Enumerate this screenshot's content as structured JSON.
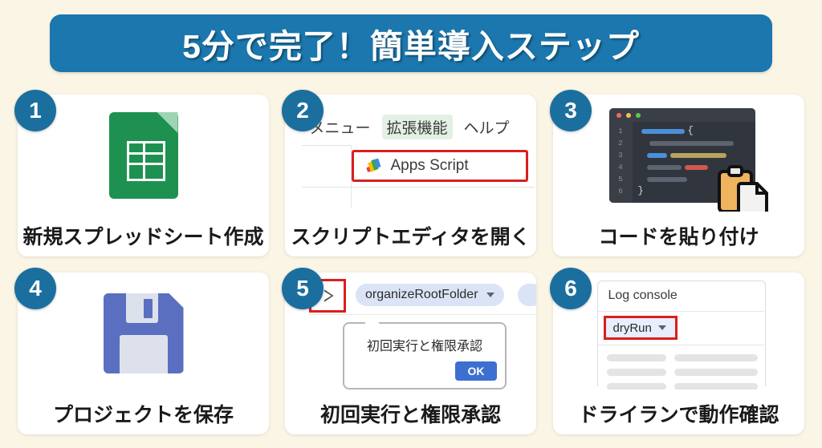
{
  "banner": {
    "title": "5分で完了！簡単導入ステップ",
    "color": "#1b77ad"
  },
  "theme": {
    "background": "#fbf5e6",
    "card_background": "#ffffff",
    "badge_color": "#1b6f9e",
    "highlight_red": "#d81f1f"
  },
  "cards": [
    {
      "number": "1",
      "caption": "新規スプレッドシート作成",
      "visual": "google-sheets-icon"
    },
    {
      "number": "2",
      "caption": "スクリプトエディタを開く",
      "visual": "menu-screenshot",
      "menu": {
        "items": [
          "メニュー",
          "拡張機能",
          "ヘルプ"
        ],
        "highlighted": "拡張機能",
        "dropdown_item": "Apps Script"
      }
    },
    {
      "number": "3",
      "caption": "コードを貼り付け",
      "visual": "code-editor-window",
      "editor": {
        "line_numbers": [
          "1",
          "2",
          "3",
          "4",
          "5",
          "6"
        ],
        "open_brace": "{",
        "close_brace": "}"
      }
    },
    {
      "number": "4",
      "caption": "プロジェクトを保存",
      "visual": "floppy-disk-icon"
    },
    {
      "number": "5",
      "caption": "初回実行と権限承認",
      "visual": "run-toolbar-dialog",
      "toolbar": {
        "function_name": "organizeRootFolder"
      },
      "dialog": {
        "message": "初回実行と権限承認",
        "ok_label": "OK"
      }
    },
    {
      "number": "6",
      "caption": "ドライランで動作確認",
      "visual": "log-console-panel",
      "console": {
        "title": "Log console",
        "selected_function": "dryRun"
      }
    }
  ]
}
